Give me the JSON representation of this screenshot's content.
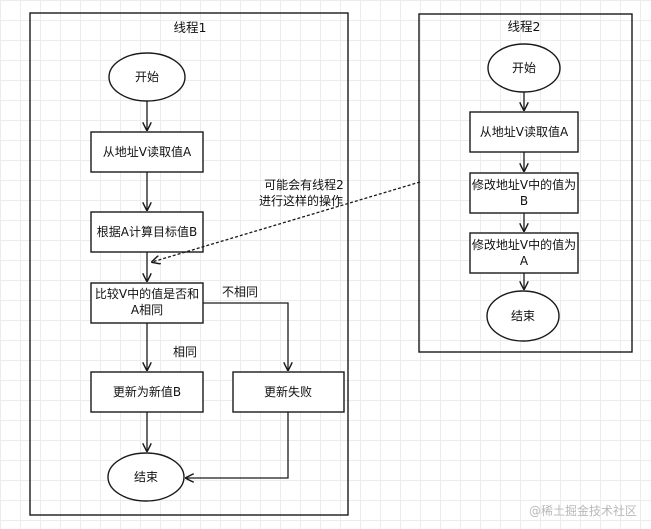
{
  "thread1": {
    "title": "线程1",
    "start": "开始",
    "read": "从地址V读取值A",
    "compute": "根据A计算目标值B",
    "compare_line1": "比较V中的值是否和",
    "compare_line2": "A相同",
    "same_label": "相同",
    "not_same_label": "不相同",
    "update_ok": "更新为新值B",
    "update_fail": "更新失败",
    "end": "结束"
  },
  "thread2": {
    "title": "线程2",
    "start": "开始",
    "read": "从地址V读取值A",
    "modify_b_line1": "修改地址V中的值为",
    "modify_b_line2": "B",
    "modify_a_line1": "修改地址V中的值为",
    "modify_a_line2": "A",
    "end": "结束"
  },
  "note": {
    "line1": "可能会有线程2",
    "line2": "进行这样的操作"
  },
  "watermark": "@稀土掘金技术社区"
}
